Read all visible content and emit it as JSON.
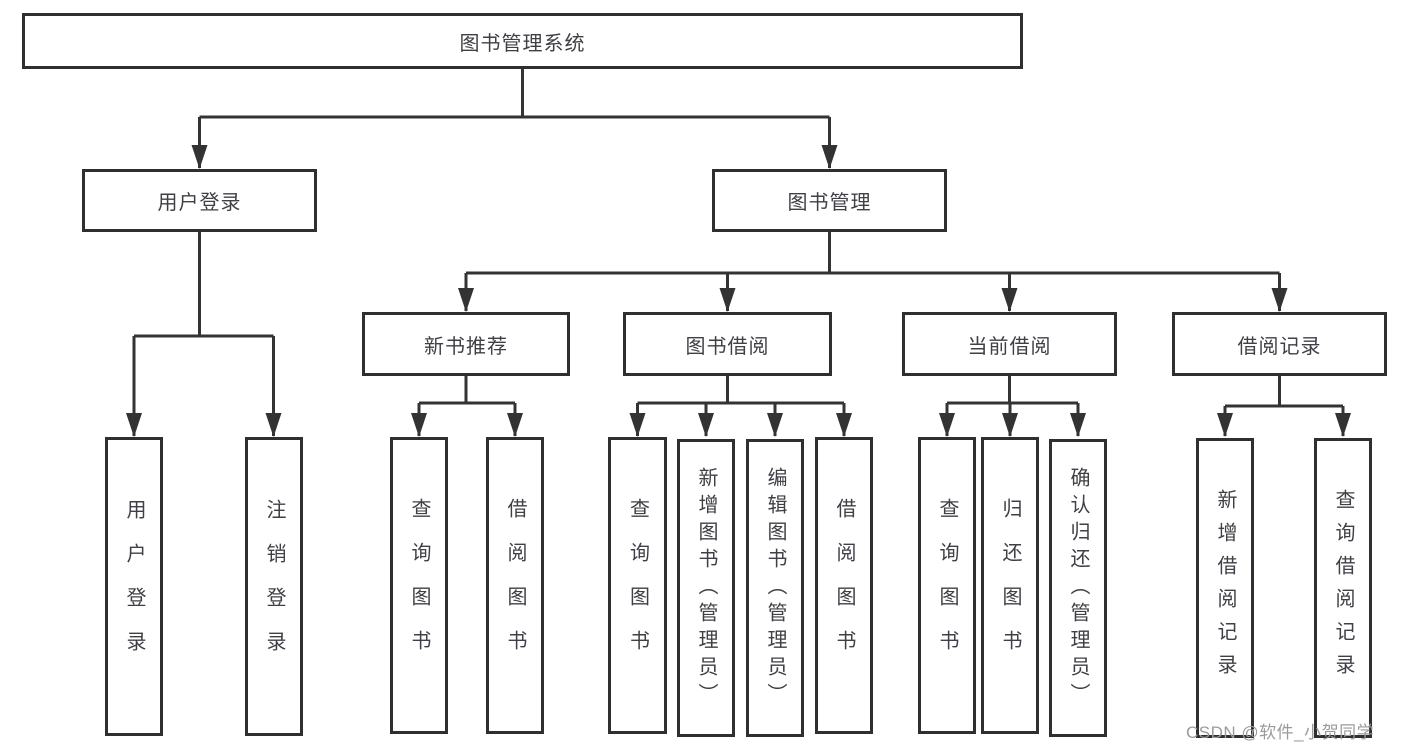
{
  "diagram": {
    "root": {
      "label": "图书管理系统"
    },
    "branches": {
      "user_login": {
        "label": "用户登录",
        "children": {
          "login": {
            "label": "用户登录"
          },
          "logout": {
            "label": "注销登录"
          }
        }
      },
      "book_management": {
        "label": "图书管理",
        "children": {
          "new_book_recommend": {
            "label": "新书推荐",
            "children": {
              "query_books": {
                "label": "查询图书"
              },
              "borrow_books": {
                "label": "借阅图书"
              }
            }
          },
          "book_borrowing": {
            "label": "图书借阅",
            "children": {
              "query_books": {
                "label": "查询图书"
              },
              "add_books_admin": {
                "label": "新增图书（管理员）"
              },
              "edit_books_admin": {
                "label": "编辑图书（管理员）"
              },
              "borrow_books": {
                "label": "借阅图书"
              }
            }
          },
          "current_borrowing": {
            "label": "当前借阅",
            "children": {
              "query_books": {
                "label": "查询图书"
              },
              "return_books": {
                "label": "归还图书"
              },
              "confirm_return_admin": {
                "label": "确认归还（管理员）"
              }
            }
          },
          "borrowing_records": {
            "label": "借阅记录",
            "children": {
              "add_record": {
                "label": "新增借阅记录"
              },
              "query_record": {
                "label": "查询借阅记录"
              }
            }
          }
        }
      }
    }
  },
  "watermark": {
    "text": "CSDN @软件_小贺同学"
  },
  "colors": {
    "line": "#333333",
    "box_border": "#2f2f2f",
    "text": "#3f3f46",
    "watermark": "#9b9b9b",
    "background": "#ffffff"
  }
}
